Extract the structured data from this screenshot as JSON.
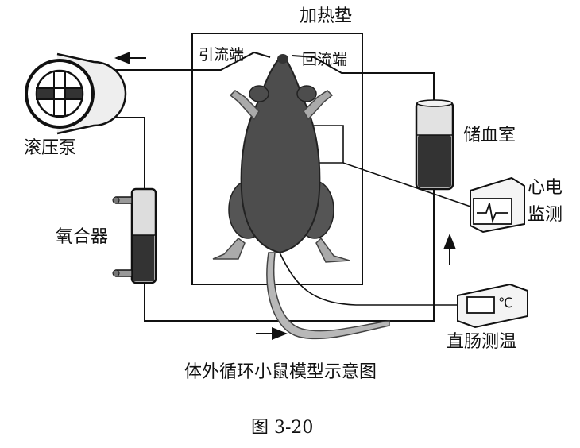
{
  "labels": {
    "heating_pad": "加热垫",
    "outflow_end": "引流端",
    "return_end": "回流端",
    "roller_pump": "滚压泵",
    "blood_reservoir": "储血室",
    "ecg_line1": "心电",
    "ecg_line2": "监测",
    "oxygenator": "氧合器",
    "rectal_temp": "直肠测温",
    "thermometer_unit": "℃"
  },
  "caption": "体外循环小鼠模型示意图",
  "figure_number": "图 3-20"
}
